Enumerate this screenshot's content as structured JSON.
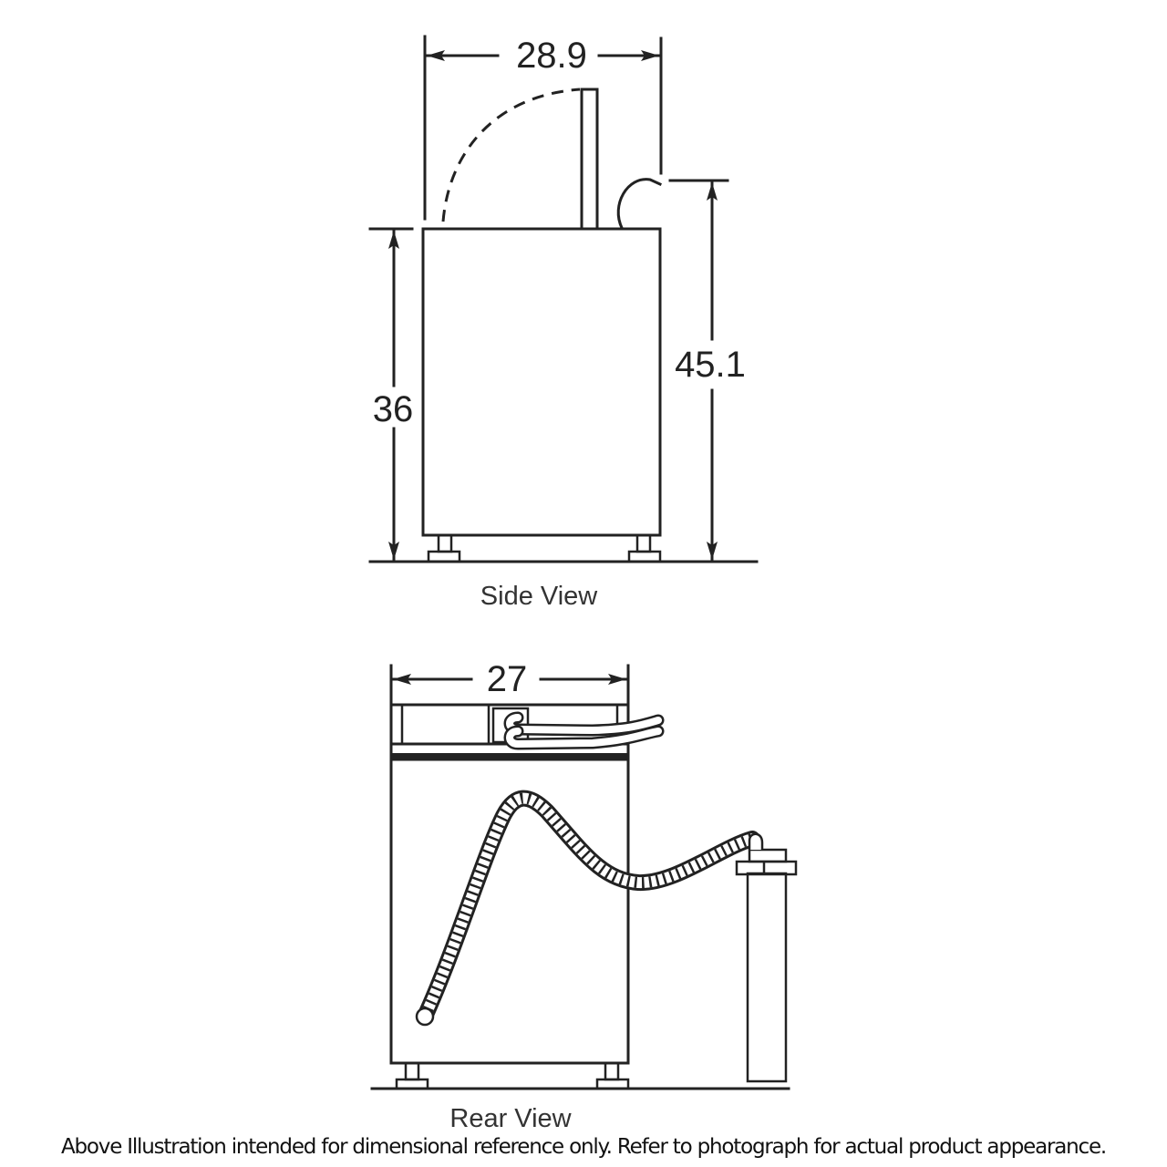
{
  "side_view": {
    "label": "Side View",
    "dimensions": {
      "depth_lid_open": "28.9",
      "height_cabinet": "36",
      "height_lid_open": "45.1"
    }
  },
  "rear_view": {
    "label": "Rear View",
    "dimensions": {
      "width": "27"
    }
  },
  "footer": {
    "disclaimer": "Above Illustration intended for dimensional reference only. Refer to photograph for actual product appearance."
  },
  "colors": {
    "line": "#222222",
    "background": "#ffffff"
  }
}
